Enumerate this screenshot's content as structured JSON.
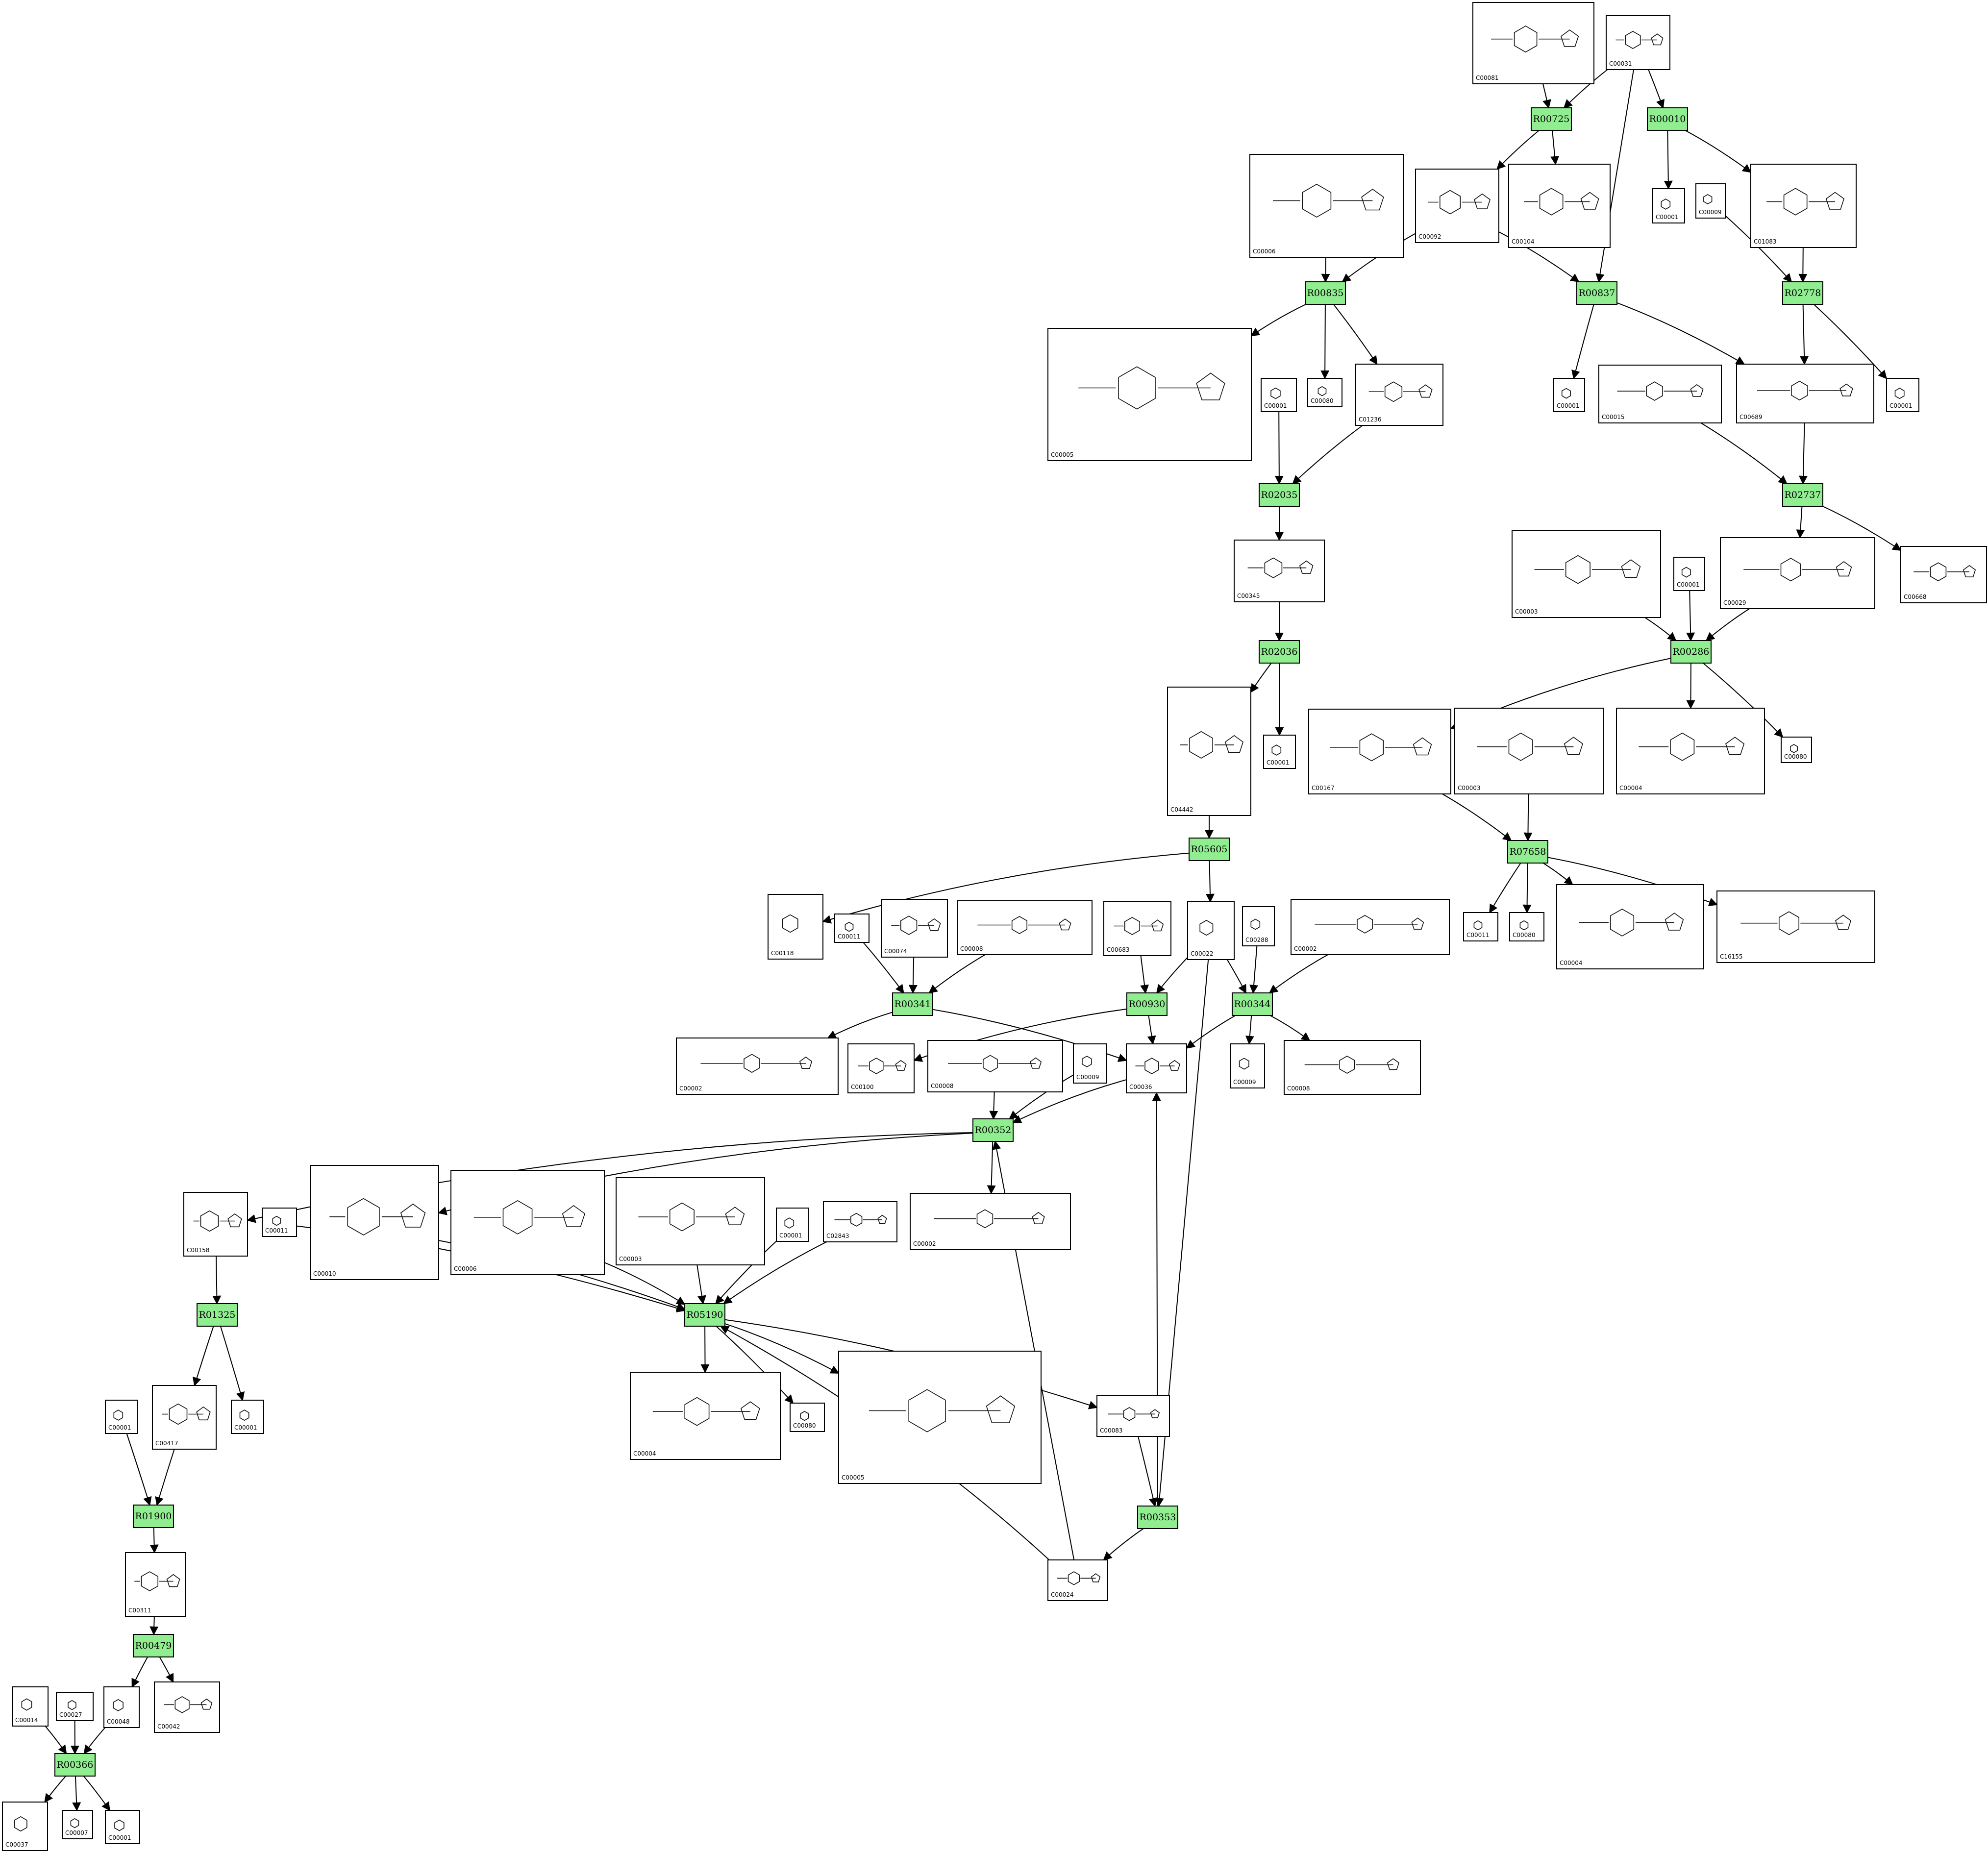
{
  "colors": {
    "reaction_fill": "#90ee90",
    "stroke": "#000000",
    "background": "#ffffff"
  },
  "reactions": [
    {
      "id": "R00725"
    },
    {
      "id": "R00010"
    },
    {
      "id": "R00835"
    },
    {
      "id": "R00837"
    },
    {
      "id": "R02778"
    },
    {
      "id": "R02035"
    },
    {
      "id": "R02737"
    },
    {
      "id": "R02036"
    },
    {
      "id": "R00286"
    },
    {
      "id": "R05605"
    },
    {
      "id": "R07658"
    },
    {
      "id": "R00341"
    },
    {
      "id": "R00930"
    },
    {
      "id": "R00344"
    },
    {
      "id": "R00352"
    },
    {
      "id": "R01325"
    },
    {
      "id": "R05190"
    },
    {
      "id": "R01900"
    },
    {
      "id": "R00353"
    },
    {
      "id": "R00479"
    },
    {
      "id": "R00366"
    }
  ],
  "compounds": [
    {
      "id": "C00081",
      "label": "C00081"
    },
    {
      "id": "C00031",
      "label": "C00031"
    },
    {
      "id": "C00006a",
      "label": "C00006"
    },
    {
      "id": "C00092",
      "label": "C00092"
    },
    {
      "id": "C00104",
      "label": "C00104"
    },
    {
      "id": "C00001a",
      "label": "C00001"
    },
    {
      "id": "C00009a",
      "label": "C00009"
    },
    {
      "id": "C01083",
      "label": "C01083"
    },
    {
      "id": "C00005a",
      "label": "C00005"
    },
    {
      "id": "C00001b",
      "label": "C00001"
    },
    {
      "id": "C00080a",
      "label": "C00080"
    },
    {
      "id": "C01236",
      "label": "C01236"
    },
    {
      "id": "C00001c",
      "label": "C00001"
    },
    {
      "id": "C00015",
      "label": "C00015"
    },
    {
      "id": "C00689",
      "label": "C00689"
    },
    {
      "id": "C00001d",
      "label": "C00001"
    },
    {
      "id": "C00345",
      "label": "C00345"
    },
    {
      "id": "C00003a",
      "label": "C00003"
    },
    {
      "id": "C00001e",
      "label": "C00001"
    },
    {
      "id": "C00029",
      "label": "C00029"
    },
    {
      "id": "C00668",
      "label": "C00668"
    },
    {
      "id": "C04442",
      "label": "C04442"
    },
    {
      "id": "C00001f",
      "label": "C00001"
    },
    {
      "id": "C00167",
      "label": "C00167"
    },
    {
      "id": "C00003b",
      "label": "C00003"
    },
    {
      "id": "C00004a",
      "label": "C00004"
    },
    {
      "id": "C00080b",
      "label": "C00080"
    },
    {
      "id": "C00118",
      "label": "C00118"
    },
    {
      "id": "C00011a",
      "label": "C00011"
    },
    {
      "id": "C00074",
      "label": "C00074"
    },
    {
      "id": "C00008a",
      "label": "C00008"
    },
    {
      "id": "C00683",
      "label": "C00683"
    },
    {
      "id": "C00022",
      "label": "C00022"
    },
    {
      "id": "C00288",
      "label": "C00288"
    },
    {
      "id": "C00002a",
      "label": "C00002"
    },
    {
      "id": "C00011b",
      "label": "C00011"
    },
    {
      "id": "C00080c",
      "label": "C00080"
    },
    {
      "id": "C00004b",
      "label": "C00004"
    },
    {
      "id": "C16155",
      "label": "C16155"
    },
    {
      "id": "C00002b",
      "label": "C00002"
    },
    {
      "id": "C00100",
      "label": "C00100"
    },
    {
      "id": "C00008b",
      "label": "C00008"
    },
    {
      "id": "C00009b",
      "label": "C00009"
    },
    {
      "id": "C00036",
      "label": "C00036"
    },
    {
      "id": "C00009c",
      "label": "C00009"
    },
    {
      "id": "C00008c",
      "label": "C00008"
    },
    {
      "id": "C00158",
      "label": "C00158"
    },
    {
      "id": "C00011c",
      "label": "C00011"
    },
    {
      "id": "C00010",
      "label": "C00010"
    },
    {
      "id": "C00006b",
      "label": "C00006"
    },
    {
      "id": "C00003c",
      "label": "C00003"
    },
    {
      "id": "C00001g",
      "label": "C00001"
    },
    {
      "id": "C02843",
      "label": "C02843"
    },
    {
      "id": "C00002c",
      "label": "C00002"
    },
    {
      "id": "C00001h",
      "label": "C00001"
    },
    {
      "id": "C00417",
      "label": "C00417"
    },
    {
      "id": "C00001i",
      "label": "C00001"
    },
    {
      "id": "C00004c",
      "label": "C00004"
    },
    {
      "id": "C00080d",
      "label": "C00080"
    },
    {
      "id": "C00005b",
      "label": "C00005"
    },
    {
      "id": "C00083",
      "label": "C00083"
    },
    {
      "id": "C00311",
      "label": "C00311"
    },
    {
      "id": "C00024",
      "label": "C00024"
    },
    {
      "id": "C00014",
      "label": "C00014"
    },
    {
      "id": "C00027",
      "label": "C00027"
    },
    {
      "id": "C00048",
      "label": "C00048"
    },
    {
      "id": "C00042",
      "label": "C00042"
    },
    {
      "id": "C00037",
      "label": "C00037"
    },
    {
      "id": "C00007",
      "label": "C00007"
    },
    {
      "id": "C00001j",
      "label": "C00001"
    }
  ],
  "edges": [
    [
      "C00081",
      "R00725"
    ],
    [
      "C00031",
      "R00725"
    ],
    [
      "C00031",
      "R00010"
    ],
    [
      "C00031",
      "R00837"
    ],
    [
      "R00725",
      "C00092"
    ],
    [
      "R00725",
      "C00104"
    ],
    [
      "R00010",
      "C00001a"
    ],
    [
      "R00010",
      "C01083"
    ],
    [
      "C00006a",
      "R00835"
    ],
    [
      "C00092",
      "R00835"
    ],
    [
      "C00092",
      "R00837"
    ],
    [
      "C00009a",
      "R02778"
    ],
    [
      "C01083",
      "R02778"
    ],
    [
      "R00835",
      "C00005a"
    ],
    [
      "R00835",
      "C00080a"
    ],
    [
      "R00835",
      "C01236"
    ],
    [
      "R00837",
      "C00001c"
    ],
    [
      "R00837",
      "C00689"
    ],
    [
      "R02778",
      "C00689"
    ],
    [
      "R02778",
      "C00001d"
    ],
    [
      "C00001b",
      "R02035"
    ],
    [
      "C01236",
      "R02035"
    ],
    [
      "R02035",
      "C00345"
    ],
    [
      "C00015",
      "R02737"
    ],
    [
      "C00689",
      "R02737"
    ],
    [
      "R02737",
      "C00029"
    ],
    [
      "R02737",
      "C00668"
    ],
    [
      "C00345",
      "R02036"
    ],
    [
      "R02036",
      "C04442"
    ],
    [
      "R02036",
      "C00001f"
    ],
    [
      "C00003a",
      "R00286"
    ],
    [
      "C00001e",
      "R00286"
    ],
    [
      "C00029",
      "R00286"
    ],
    [
      "R00286",
      "C00167"
    ],
    [
      "R00286",
      "C00004a"
    ],
    [
      "R00286",
      "C00080b"
    ],
    [
      "C04442",
      "R05605"
    ],
    [
      "R05605",
      "C00118"
    ],
    [
      "R05605",
      "C00022"
    ],
    [
      "C00167",
      "R07658"
    ],
    [
      "C00003b",
      "R07658"
    ],
    [
      "R07658",
      "C00011b"
    ],
    [
      "R07658",
      "C00080c"
    ],
    [
      "R07658",
      "C00004b"
    ],
    [
      "R07658",
      "C16155"
    ],
    [
      "C00011a",
      "R00341"
    ],
    [
      "C00074",
      "R00341"
    ],
    [
      "C00008a",
      "R00341"
    ],
    [
      "C00683",
      "R00930"
    ],
    [
      "C00022",
      "R00930"
    ],
    [
      "C00022",
      "R00344"
    ],
    [
      "C00288",
      "R00344"
    ],
    [
      "C00002a",
      "R00344"
    ],
    [
      "R00341",
      "C00002b"
    ],
    [
      "R00341",
      "C00036"
    ],
    [
      "R00930",
      "C00100"
    ],
    [
      "R00930",
      "C00036"
    ],
    [
      "R00344",
      "C00036"
    ],
    [
      "R00344",
      "C00009b"
    ],
    [
      "R00344",
      "C00008c"
    ],
    [
      "C00008b",
      "R00352"
    ],
    [
      "C00009c",
      "R00352"
    ],
    [
      "C00036",
      "R00352"
    ],
    [
      "R00352",
      "C00158"
    ],
    [
      "R00352",
      "C00010"
    ],
    [
      "R00352",
      "C00002c"
    ],
    [
      "C00158",
      "R01325"
    ],
    [
      "R01325",
      "C00417"
    ],
    [
      "R01325",
      "C00001i"
    ],
    [
      "C00011c",
      "R05190"
    ],
    [
      "C00010",
      "R05190"
    ],
    [
      "C00006b",
      "R05190"
    ],
    [
      "C00003c",
      "R05190"
    ],
    [
      "C00001g",
      "R05190"
    ],
    [
      "C02843",
      "R05190"
    ],
    [
      "R05190",
      "C00004c"
    ],
    [
      "R05190",
      "C00080d"
    ],
    [
      "R05190",
      "C00005b"
    ],
    [
      "R05190",
      "C00083"
    ],
    [
      "C00001h",
      "R01900"
    ],
    [
      "C00417",
      "R01900"
    ],
    [
      "R01900",
      "C00311"
    ],
    [
      "C00083",
      "R00353"
    ],
    [
      "R00353",
      "C00024"
    ],
    [
      "R00353",
      "C00036"
    ],
    [
      "C00024",
      "R00352"
    ],
    [
      "C00022",
      "R00353"
    ],
    [
      "C00024",
      "R05190"
    ],
    [
      "C00311",
      "R00479"
    ],
    [
      "R00479",
      "C00048"
    ],
    [
      "R00479",
      "C00042"
    ],
    [
      "C00014",
      "R00366"
    ],
    [
      "C00027",
      "R00366"
    ],
    [
      "C00048",
      "R00366"
    ],
    [
      "R00366",
      "C00037"
    ],
    [
      "R00366",
      "C00007"
    ],
    [
      "R00366",
      "C00001j"
    ]
  ]
}
